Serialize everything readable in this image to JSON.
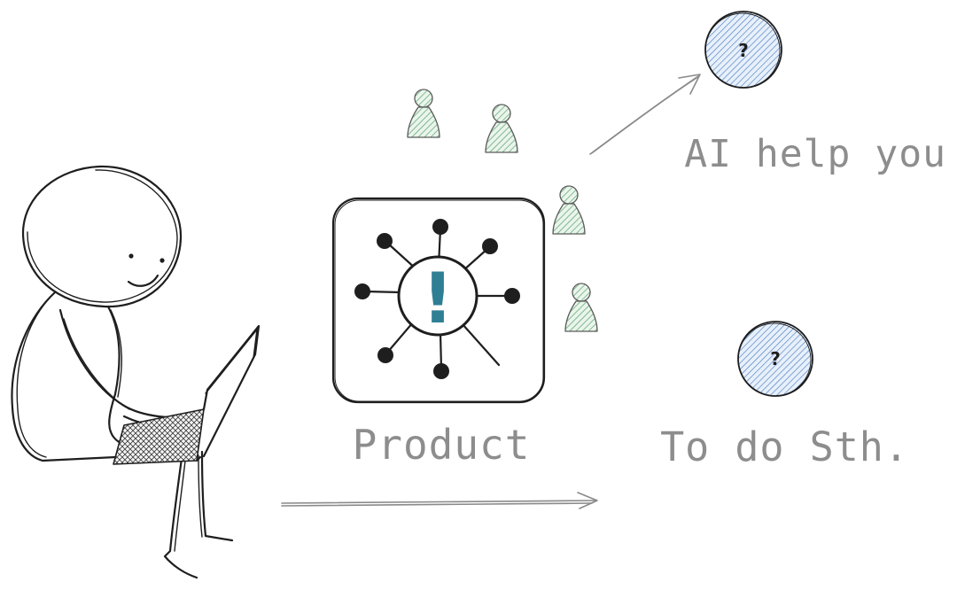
{
  "labels": {
    "product": "Product",
    "ai_help": "AI help you",
    "todo": "To do Sth."
  },
  "question_nodes": [
    {
      "symbol": "?"
    },
    {
      "symbol": "?"
    }
  ],
  "product_icon": {
    "symbol": "!",
    "icon": "network-hub-icon"
  },
  "colors": {
    "ink": "#1e1e1e",
    "label_gray": "#8d8d8d",
    "arrow_gray": "#8a8a8a",
    "pawn_green": "#5aa06b",
    "question_blue": "#4a7fc1",
    "exclaim_teal": "#2f7f94"
  }
}
